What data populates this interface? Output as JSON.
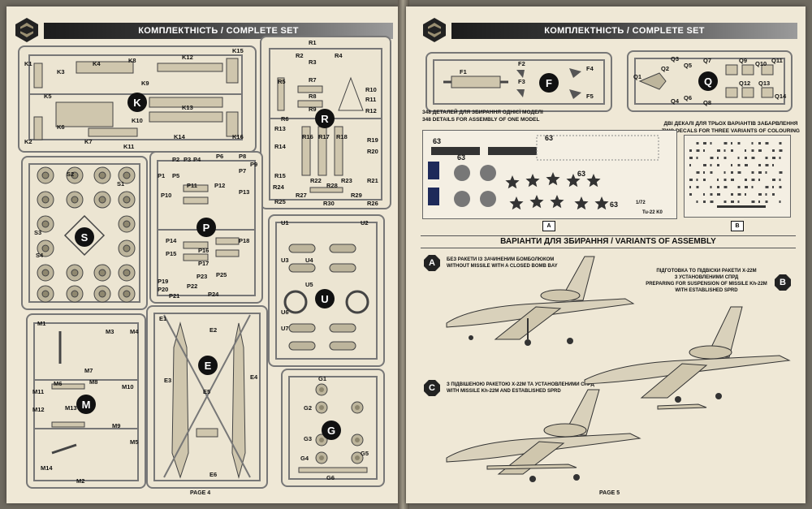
{
  "header": {
    "left_title": "КОМПЛЕКТНІСТЬ / COMPLETE SET",
    "right_title": "КОМПЛЕКТНІСТЬ / COMPLETE SET"
  },
  "sprues": {
    "K": {
      "letter": "K",
      "parts": [
        "K1",
        "K2",
        "K3",
        "K4",
        "K5",
        "K6",
        "K7",
        "K8",
        "K9",
        "K10",
        "K11",
        "K12",
        "K13",
        "K14",
        "K15",
        "K16"
      ]
    },
    "R": {
      "letter": "R",
      "parts": [
        "R1",
        "R2",
        "R3",
        "R4",
        "R5",
        "R6",
        "R7",
        "R8",
        "R9",
        "R10",
        "R11",
        "R12",
        "R13",
        "R14",
        "R15",
        "R16",
        "R17",
        "R18",
        "R19",
        "R20",
        "R21",
        "R22",
        "R23",
        "R24",
        "R25",
        "R26",
        "R27",
        "R28",
        "R29",
        "R30"
      ]
    },
    "S": {
      "letter": "S",
      "parts": [
        "S1",
        "S2",
        "S3",
        "S4"
      ]
    },
    "P": {
      "letter": "P",
      "parts": [
        "P1",
        "P2",
        "P3",
        "P4",
        "P5",
        "P6",
        "P7",
        "P8",
        "P9",
        "P10",
        "P11",
        "P12",
        "P13",
        "P14",
        "P15",
        "P16",
        "P17",
        "P18",
        "P19",
        "P20",
        "P21",
        "P22",
        "P23",
        "P24",
        "P25"
      ]
    },
    "U": {
      "letter": "U",
      "parts": [
        "U1",
        "U2",
        "U3",
        "U4",
        "U5",
        "U6",
        "U7"
      ]
    },
    "M": {
      "letter": "M",
      "parts": [
        "M1",
        "M2",
        "M3",
        "M4",
        "M5",
        "M6",
        "M7",
        "M8",
        "M9",
        "M10",
        "M11",
        "M12",
        "M13",
        "M14"
      ]
    },
    "E": {
      "letter": "E",
      "parts": [
        "E1",
        "E2",
        "E3",
        "E4",
        "E5",
        "E6"
      ]
    },
    "G": {
      "letter": "G",
      "parts": [
        "G1",
        "G2",
        "G3",
        "G4",
        "G5",
        "G6"
      ]
    },
    "F": {
      "letter": "F",
      "parts": [
        "F1",
        "F2",
        "F3",
        "F4",
        "F5"
      ]
    },
    "Q": {
      "letter": "Q",
      "parts": [
        "Q1",
        "Q2",
        "Q3",
        "Q4",
        "Q5",
        "Q6",
        "Q7",
        "Q8",
        "Q9",
        "Q10",
        "Q11",
        "Q12",
        "Q13",
        "Q14"
      ]
    }
  },
  "captions": {
    "details_ua": "348 ДЕТАЛЕЙ ДЛЯ ЗБИРАННЯ ОДНІЄЇ МОДЕЛІ",
    "details_en": "348 DETAILS FOR ASSEMBLY OF ONE MODEL",
    "decals_ua": "ДВІ ДЕКАЛІ ДЛЯ ТРЬОХ ВАРІАНТІВ ЗАБАРВЛЕННЯ",
    "decals_en": "TWO DECALS FOR THREE VARIANTS OF COLOURING",
    "decal_a": "A",
    "decal_b": "B",
    "decal_num": "63",
    "decal_scale": "1/72",
    "decal_name": "Tu-22 K0"
  },
  "variants": {
    "title": "ВАРІАНТИ ДЛЯ ЗБИРАННЯ / VARIANTS OF ASSEMBLY",
    "a": {
      "mark": "A",
      "ua": "БЕЗ РАКЕТИ ІЗ ЗАЧИНЕНИМ БОМБОЛЮКОМ",
      "en": "WITHOUT MISSILE WITH A CLOSED BOMB BAY"
    },
    "b": {
      "mark": "B",
      "ua1": "ПІДГОТОВКА ТО ПІДВІСКИ РАКЕТИ Х-22М",
      "ua2": "З УСТАНОВЛЕНИМИ СПРД",
      "en1": "PREPARING FOR SUSPENSION OF MISSILE Kh-22M",
      "en2": "WITH ESTABLISHED SPRD"
    },
    "c": {
      "mark": "C",
      "ua": "З ПІДВІШЕНОЮ РАКЕТОЮ Х-22М ТА УСТАНОВЛЕНИМИ СПРД",
      "en": "WITH MISSILE Kh-22M AND ESTABLISHED SPRD"
    }
  },
  "pages": {
    "left": "PAGE 4",
    "right": "PAGE 5"
  }
}
